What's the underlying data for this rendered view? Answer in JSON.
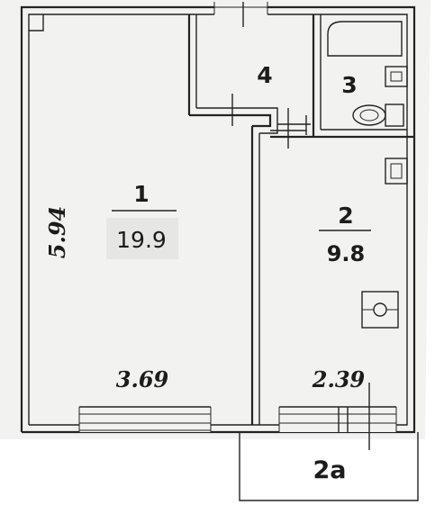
{
  "rooms": [
    {
      "number": "1",
      "area": "19.9"
    },
    {
      "number": "2",
      "area": "9.8"
    },
    {
      "number": "3"
    },
    {
      "number": "4"
    },
    {
      "number": "2а"
    }
  ],
  "dimensions": {
    "room1_height": "5.94",
    "room1_width": "3.69",
    "room2_width": "2.39"
  }
}
